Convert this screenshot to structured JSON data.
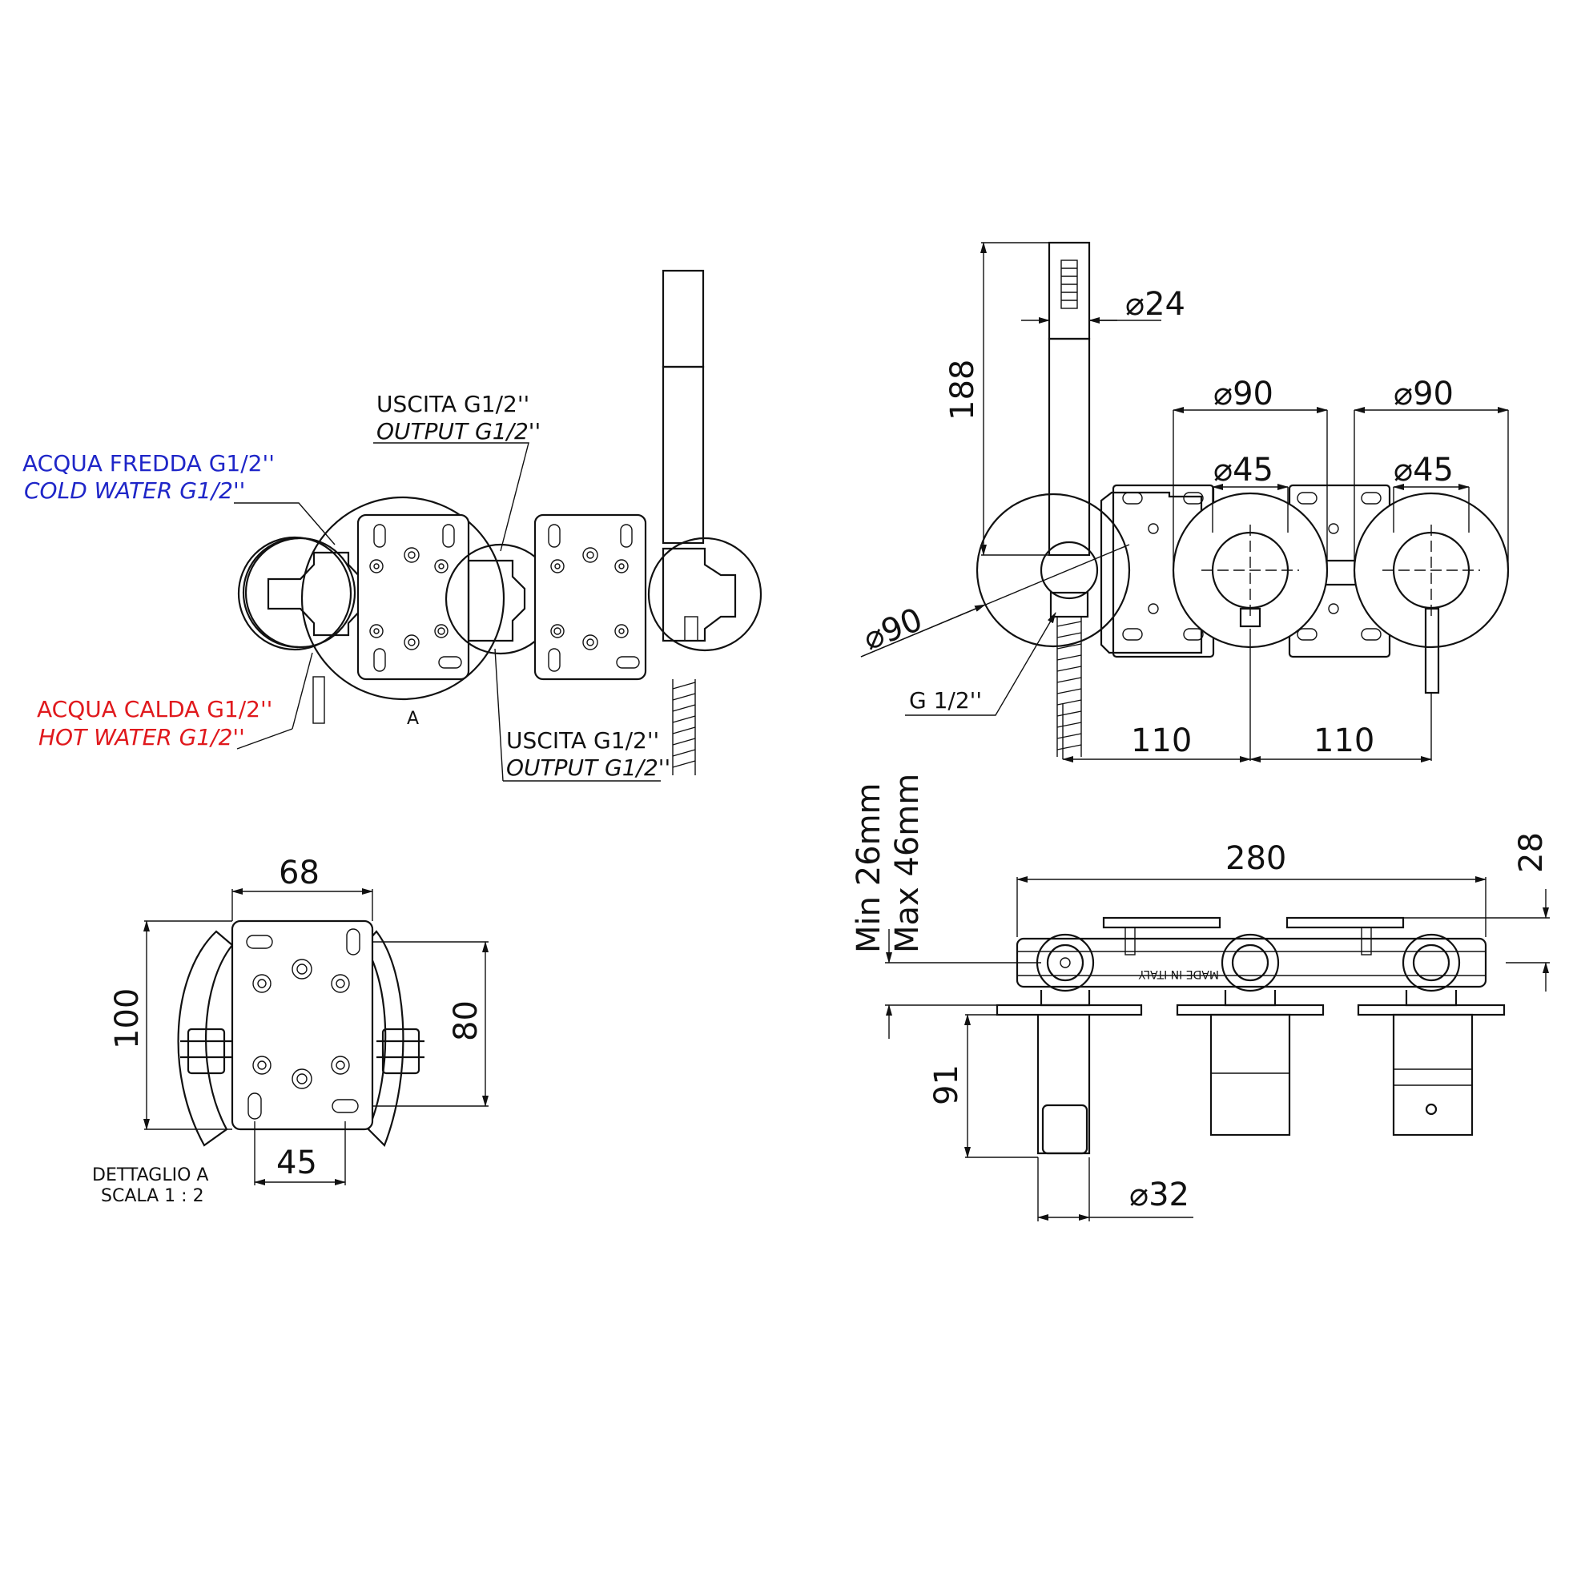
{
  "labels": {
    "cold_it": "ACQUA FREDDA G1/2''",
    "cold_en": "COLD WATER G1/2''",
    "hot_it": "ACQUA CALDA G1/2''",
    "hot_en": "HOT WATER G1/2''",
    "out_top_it": "USCITA G1/2''",
    "out_top_en": "OUTPUT G1/2''",
    "out_bot_it": "USCITA G1/2''",
    "out_bot_en": "OUTPUT G1/2''",
    "detail_ref": "A",
    "detail_title": "DETTAGLIO A",
    "detail_scale": "SCALA 1 : 2",
    "thread": "G 1/2''",
    "made_in": "MADE IN ITALY",
    "min_depth": "Min 26mm",
    "max_depth": "Max 46mm"
  },
  "colors": {
    "cold": "#1f26c8",
    "hot": "#e0191d",
    "line": "#111111"
  },
  "dimensions": {
    "d24": "24",
    "d188": "188",
    "d90_a": "90",
    "d90_b": "90",
    "d45_a": "45",
    "d45_b": "45",
    "d90_c": "90",
    "d110_a": "110",
    "d110_b": "110",
    "d280": "280",
    "d28": "28",
    "d91": "91",
    "d32": "32",
    "d68": "68",
    "d100": "100",
    "d80": "80",
    "d45_detail": "45"
  }
}
